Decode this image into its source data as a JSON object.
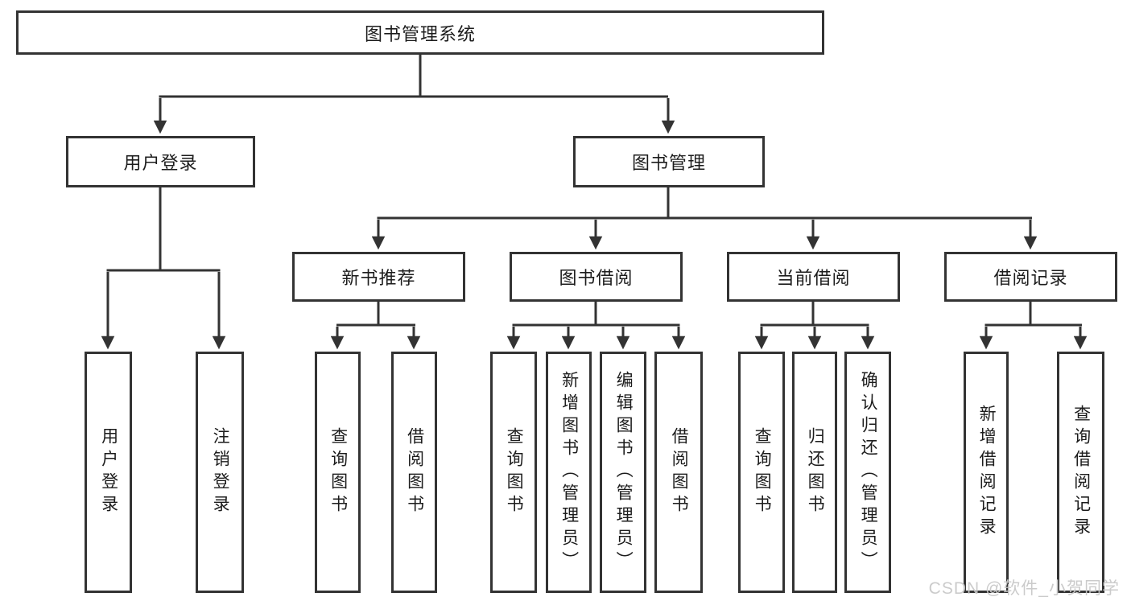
{
  "root": {
    "label": "图书管理系统"
  },
  "level2": [
    {
      "label": "用户登录"
    },
    {
      "label": "图书管理"
    }
  ],
  "modules": [
    {
      "label": "新书推荐"
    },
    {
      "label": "图书借阅"
    },
    {
      "label": "当前借阅"
    },
    {
      "label": "借阅记录"
    }
  ],
  "leaves": {
    "user": [
      "用户登录",
      "注销登录"
    ],
    "recommend": [
      "查询图书",
      "借阅图书"
    ],
    "borrow": [
      "查询图书",
      "新增图书（管理员）",
      "编辑图书（管理员）",
      "借阅图书"
    ],
    "current": [
      "查询图书",
      "归还图书",
      "确认归还（管理员）"
    ],
    "records": [
      "新增借阅记录",
      "查询借阅记录"
    ]
  },
  "watermark": "CSDN @软件_小贺同学",
  "colors": {
    "line": "#333333",
    "text": "#1c1c1c",
    "watermark": "#c9c9c9",
    "background": "#ffffff"
  }
}
